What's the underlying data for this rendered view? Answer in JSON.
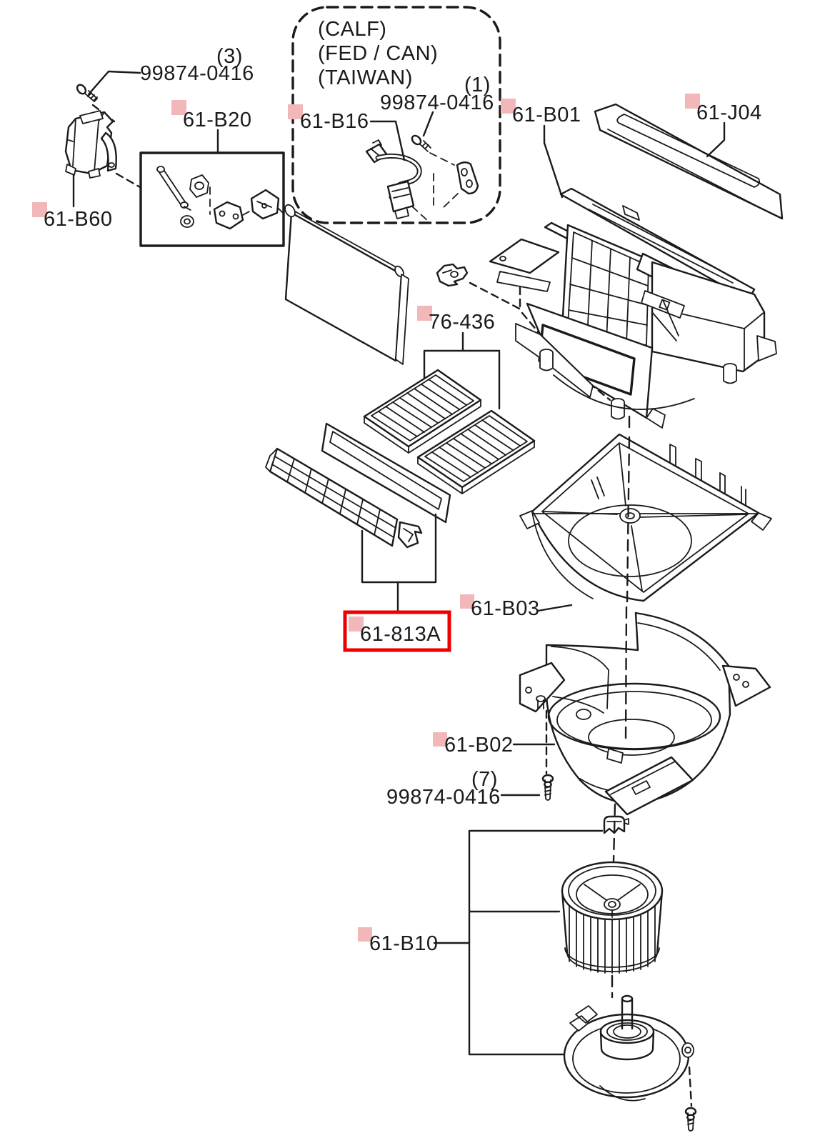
{
  "colors": {
    "background": "#ffffff",
    "line": "#1b1b1b",
    "marker_pink": "#F2B7B9",
    "highlight_red": "#EC0000"
  },
  "labels": {
    "top_screw": {
      "qty": "(3)",
      "part": "99874-0416"
    },
    "b20": {
      "part": "61-B20"
    },
    "b16": {
      "part": "61-B16",
      "qty": "(1)",
      "screw_part": "99874-0416",
      "regions": [
        "(CALF)",
        "(FED / CAN)",
        "(TAIWAN)"
      ]
    },
    "b01": {
      "part": "61-B01"
    },
    "j04": {
      "part": "61-J04"
    },
    "b60": {
      "part": "61-B60"
    },
    "f436": {
      "part": "76-436"
    },
    "p813a": {
      "part": "61-813A",
      "highlighted": true
    },
    "b03": {
      "part": "61-B03"
    },
    "b02": {
      "part": "61-B02"
    },
    "bottom_screw": {
      "qty": "(7)",
      "part": "99874-0416"
    },
    "b10": {
      "part": "61-B10"
    }
  }
}
